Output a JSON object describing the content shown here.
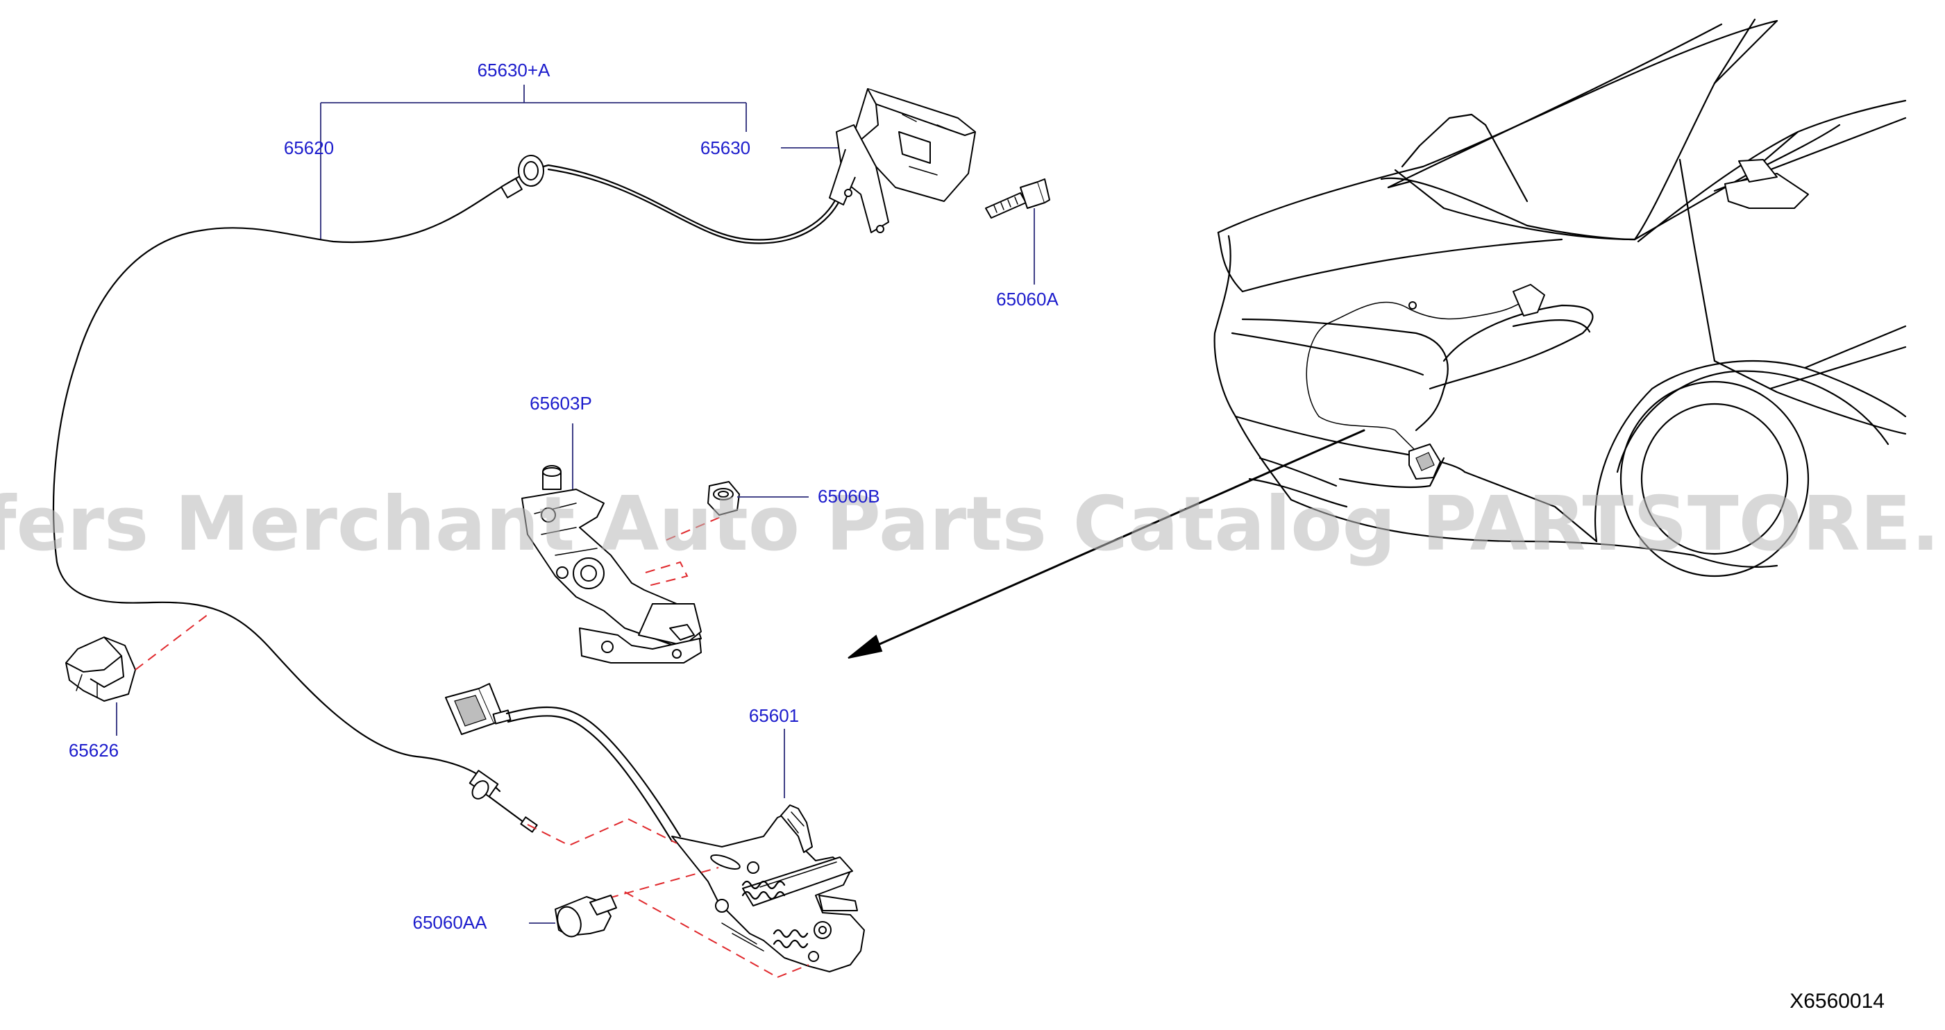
{
  "diagram": {
    "labels": {
      "assembly": "65630+A",
      "cable": "65620",
      "handle": "65630",
      "bolt_a": "65060A",
      "stay": "65603P",
      "nut_b": "65060B",
      "clip": "65626",
      "lock": "65601",
      "bolt_aa": "65060AA"
    },
    "diagram_code": "X6560014",
    "watermark": "Offers Merchant Auto Parts Catalog PARTSTORE.SA"
  }
}
